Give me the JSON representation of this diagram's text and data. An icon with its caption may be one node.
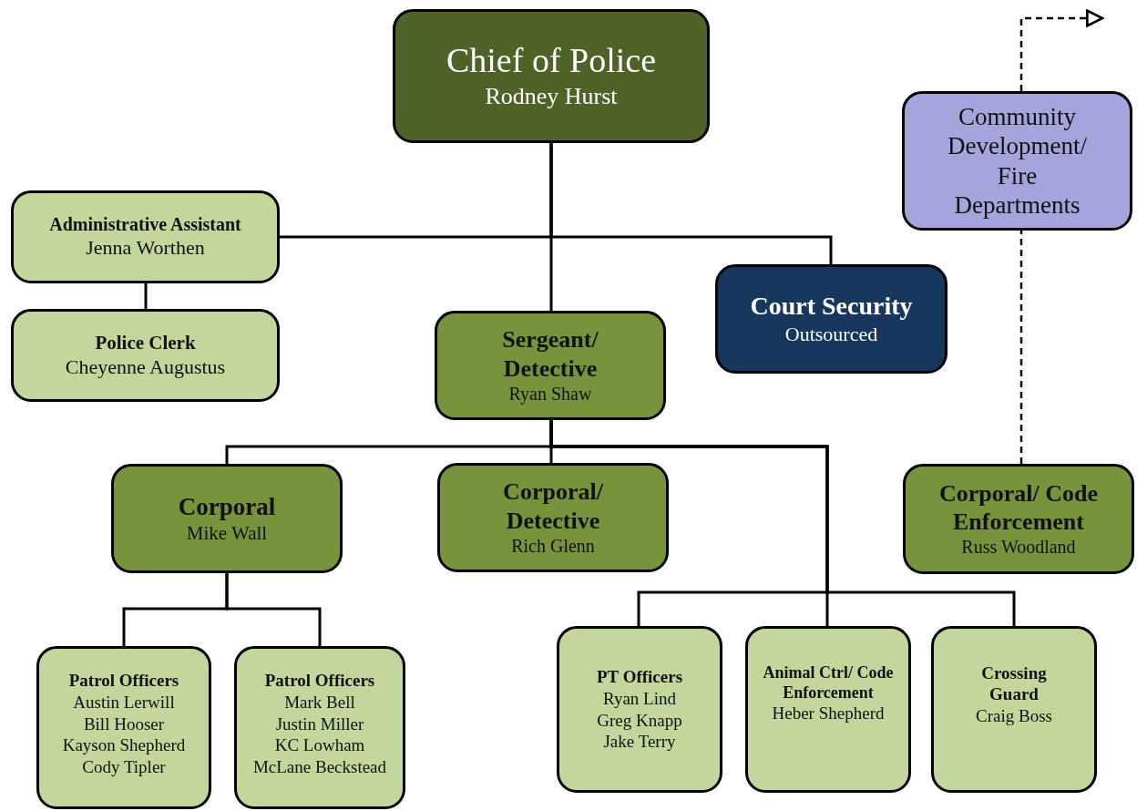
{
  "diagram": {
    "nodes": [
      {
        "text": [
          "Chief of Police",
          "Rodney Hurst"
        ]
      },
      {
        "text": [
          "Administrative Assistant",
          "Jenna Worthen"
        ]
      },
      {
        "text": [
          "Police Clerk",
          "Cheyenne Augustus"
        ]
      },
      {
        "text": [
          "Court Security",
          "Outsourced"
        ]
      },
      {
        "text": [
          "Community Development/ Fire Departments"
        ]
      },
      {
        "text": [
          "Sergeant/ Detective",
          "Ryan Shaw"
        ]
      },
      {
        "text": [
          "Corporal",
          "Mike Wall"
        ]
      },
      {
        "text": [
          "Corporal/ Detective",
          "Rich Glenn"
        ]
      },
      {
        "text": [
          "Corporal/ Code Enforcement",
          "Russ Woodland"
        ]
      },
      {
        "text": [
          "Patrol Officers",
          "Austin Lerwill",
          "Bill Hooser",
          "Kayson Shepherd",
          "Cody Tipler"
        ]
      },
      {
        "text": [
          "Patrol Officers",
          "Mark Bell",
          "Justin Miller",
          "KC Lowham",
          "McLane Beckstead"
        ]
      },
      {
        "text": [
          "PT Officers",
          "Ryan Lind",
          "Greg Knapp",
          "Jake Terry"
        ]
      },
      {
        "text": [
          "Animal Ctrl/ Code Enforcement",
          "Heber Shepherd"
        ]
      },
      {
        "text": [
          "Crossing Guard",
          "Craig Boss"
        ]
      }
    ],
    "edges": [
      {
        "from": 0,
        "to": 5,
        "arrow": "none"
      },
      {
        "from": 0,
        "to": 1,
        "arrow": "none"
      },
      {
        "from": 0,
        "to": 3,
        "arrow": "none"
      },
      {
        "from": 1,
        "to": 2,
        "arrow": "none"
      },
      {
        "from": 5,
        "to": 6,
        "arrow": "none"
      },
      {
        "from": 5,
        "to": 7,
        "arrow": "none"
      },
      {
        "from": 5,
        "to": 11,
        "arrow": "none"
      },
      {
        "from": 5,
        "to": 12,
        "arrow": "none"
      },
      {
        "from": 5,
        "to": 13,
        "arrow": "none"
      },
      {
        "from": 6,
        "to": 9,
        "arrow": "none"
      },
      {
        "from": 6,
        "to": 10,
        "arrow": "none"
      },
      {
        "from": 8,
        "to": 4,
        "arrow": "none",
        "style": "dashed"
      },
      {
        "from": 4,
        "to": null,
        "arrow": "to",
        "style": "dashed"
      }
    ]
  }
}
